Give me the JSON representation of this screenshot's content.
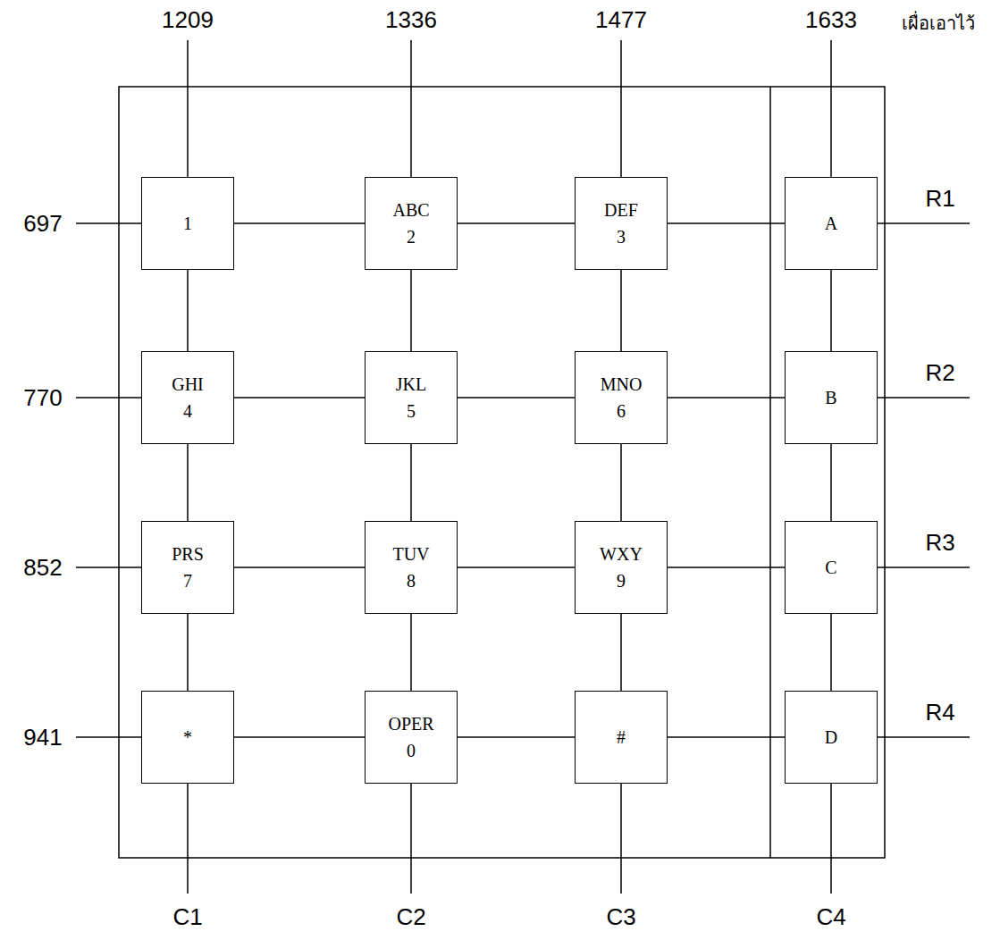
{
  "diagram": {
    "nodes": [
      {
        "text": [
          "1"
        ]
      },
      {
        "text": [
          "ABC",
          "2"
        ]
      },
      {
        "text": [
          "DEF",
          "3"
        ]
      },
      {
        "text": [
          "A"
        ]
      },
      {
        "text": [
          "GHI",
          "4"
        ]
      },
      {
        "text": [
          "JKL",
          "5"
        ]
      },
      {
        "text": [
          "MNO",
          "6"
        ]
      },
      {
        "text": [
          "B"
        ]
      },
      {
        "text": [
          "PRS",
          "7"
        ]
      },
      {
        "text": [
          "TUV",
          "8"
        ]
      },
      {
        "text": [
          "WXY",
          "9"
        ]
      },
      {
        "text": [
          "C"
        ]
      },
      {
        "text": [
          "*"
        ]
      },
      {
        "text": [
          "OPER",
          "0"
        ]
      },
      {
        "text": [
          "#"
        ]
      },
      {
        "text": [
          "D"
        ]
      }
    ],
    "edges": [
      {
        "from": 0,
        "to": 1,
        "arrow": "none"
      },
      {
        "from": 1,
        "to": 2,
        "arrow": "none"
      },
      {
        "from": 2,
        "to": 3,
        "arrow": "none"
      },
      {
        "from": 4,
        "to": 5,
        "arrow": "none"
      },
      {
        "from": 5,
        "to": 6,
        "arrow": "none"
      },
      {
        "from": 6,
        "to": 7,
        "arrow": "none"
      },
      {
        "from": 8,
        "to": 9,
        "arrow": "none"
      },
      {
        "from": 9,
        "to": 10,
        "arrow": "none"
      },
      {
        "from": 10,
        "to": 11,
        "arrow": "none"
      },
      {
        "from": 12,
        "to": 13,
        "arrow": "none"
      },
      {
        "from": 13,
        "to": 14,
        "arrow": "none"
      },
      {
        "from": 14,
        "to": 15,
        "arrow": "none"
      },
      {
        "from": 0,
        "to": 4,
        "arrow": "none"
      },
      {
        "from": 4,
        "to": 8,
        "arrow": "none"
      },
      {
        "from": 8,
        "to": 12,
        "arrow": "none"
      },
      {
        "from": 1,
        "to": 5,
        "arrow": "none"
      },
      {
        "from": 5,
        "to": 9,
        "arrow": "none"
      },
      {
        "from": 9,
        "to": 13,
        "arrow": "none"
      },
      {
        "from": 2,
        "to": 6,
        "arrow": "none"
      },
      {
        "from": 6,
        "to": 10,
        "arrow": "none"
      },
      {
        "from": 10,
        "to": 14,
        "arrow": "none"
      },
      {
        "from": 3,
        "to": 7,
        "arrow": "none"
      },
      {
        "from": 7,
        "to": 11,
        "arrow": "none"
      },
      {
        "from": 11,
        "to": 15,
        "arrow": "none"
      }
    ],
    "labels": [
      "1209",
      "1336",
      "1477",
      "1633",
      "เผื่อเอาไว้",
      "697",
      "770",
      "852",
      "941",
      "R1",
      "R2",
      "R3",
      "R4",
      "C1",
      "C2",
      "C3",
      "C4"
    ]
  }
}
